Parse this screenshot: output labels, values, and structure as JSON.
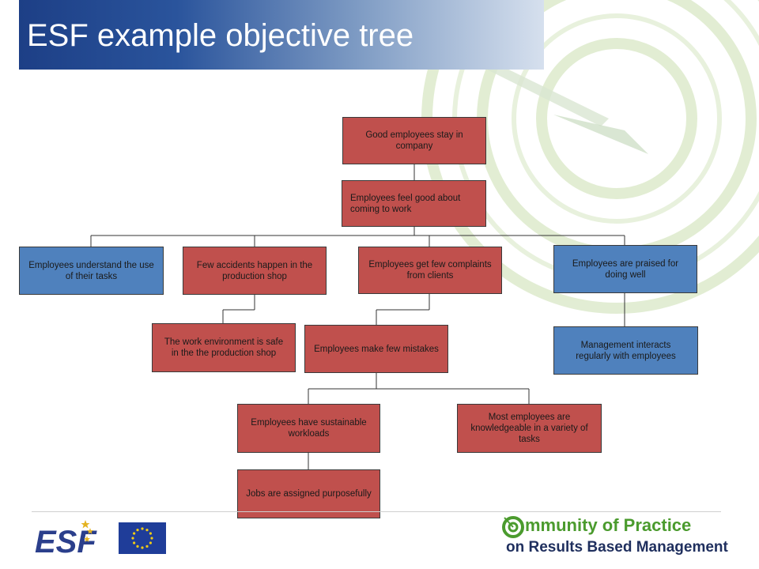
{
  "slide": {
    "title": "ESF example objective tree"
  },
  "tree": {
    "goal": "Good employees stay in company",
    "purpose": "Employees feel good about coming to work",
    "result_tasks": "Employees understand the use of their tasks",
    "result_accidents": "Few accidents happen in the production shop",
    "result_complaints": "Employees get  few complaints from clients",
    "result_praised": "Employees are praised for doing well",
    "work_environment": "The work environment is safe in the the production shop",
    "few_mistakes": "Employees make few mistakes",
    "management": "Management interacts regularly with employees",
    "workloads": "Employees have sustainable workloads",
    "knowledgeable": "Most employees are knowledgeable in a variety of tasks",
    "jobs_assigned": "Jobs are assigned purposefully"
  },
  "colors": {
    "node_red": "#c0504d",
    "node_blue": "#4f81bd",
    "title_blue": "#1d3f86",
    "logo_green": "#4b9b2e",
    "logo_navy": "#1f2f5e"
  },
  "footer": {
    "esf_logo_text": "ESF",
    "cop_line1": "mmunity of Practice",
    "cop_line2": "on Results Based Management"
  }
}
